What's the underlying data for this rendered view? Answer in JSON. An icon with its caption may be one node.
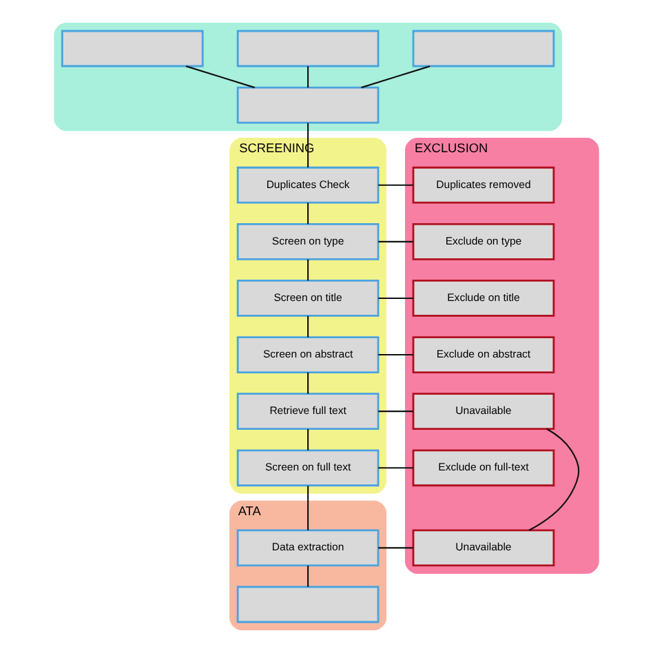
{
  "diagram": {
    "nodes": [
      {
        "text": [],
        "shape": "box"
      },
      {
        "text": [],
        "shape": "box",
        "in": 0
      },
      {
        "text": [],
        "shape": "box",
        "in": 0
      },
      {
        "text": [],
        "shape": "box",
        "in": 0
      },
      {
        "text": [],
        "shape": "box",
        "in": 0
      },
      {
        "text": [
          "SCREENING"
        ]
      },
      {
        "text": [
          "Duplicates Check"
        ],
        "in": 5
      },
      {
        "text": [
          "Screen on type"
        ],
        "in": 5
      },
      {
        "text": [
          "Screen on title"
        ],
        "in": 5
      },
      {
        "text": [
          "Screen on abstract"
        ],
        "in": 5
      },
      {
        "text": [
          "Retrieve full text"
        ],
        "in": 5
      },
      {
        "text": [
          "Screen on full text"
        ],
        "in": 5
      },
      {
        "text": [
          "EXCLUSION"
        ]
      },
      {
        "text": [
          "Duplicates removed"
        ],
        "in": 12
      },
      {
        "text": [
          "Exclude on type"
        ],
        "in": 12
      },
      {
        "text": [
          "Exclude on title"
        ],
        "in": 12
      },
      {
        "text": [
          "Exclude on abstract"
        ],
        "in": 12
      },
      {
        "text": [
          "Unavailable"
        ],
        "in": 12
      },
      {
        "text": [
          "Exclude on full-text"
        ],
        "in": 12
      },
      {
        "text": [
          "Unavailable"
        ],
        "in": 12
      },
      {
        "text": [
          "ATA"
        ]
      },
      {
        "text": [
          "Data extraction"
        ],
        "in": 20
      },
      {
        "text": [],
        "shape": "box",
        "in": 20
      }
    ],
    "edges": [
      {
        "from": 1,
        "to": 4,
        "arrow": "none"
      },
      {
        "from": 2,
        "to": 4,
        "arrow": "none"
      },
      {
        "from": 3,
        "to": 4,
        "arrow": "none"
      },
      {
        "from": 4,
        "to": 6,
        "arrow": "none"
      },
      {
        "from": 6,
        "to": 7,
        "arrow": "none"
      },
      {
        "from": 7,
        "to": 8,
        "arrow": "none"
      },
      {
        "from": 8,
        "to": 9,
        "arrow": "none"
      },
      {
        "from": 9,
        "to": 10,
        "arrow": "none"
      },
      {
        "from": 10,
        "to": 11,
        "arrow": "none"
      },
      {
        "from": 11,
        "to": 21,
        "arrow": "none"
      },
      {
        "from": 21,
        "to": 22,
        "arrow": "none"
      },
      {
        "from": 6,
        "to": 13,
        "arrow": "none"
      },
      {
        "from": 7,
        "to": 14,
        "arrow": "none"
      },
      {
        "from": 8,
        "to": 15,
        "arrow": "none"
      },
      {
        "from": 9,
        "to": 16,
        "arrow": "none"
      },
      {
        "from": 10,
        "to": 17,
        "arrow": "none"
      },
      {
        "from": 11,
        "to": 18,
        "arrow": "none"
      },
      {
        "from": 21,
        "to": 19,
        "arrow": "none"
      },
      {
        "from": 17,
        "to": 19,
        "arrow": "none"
      }
    ]
  }
}
